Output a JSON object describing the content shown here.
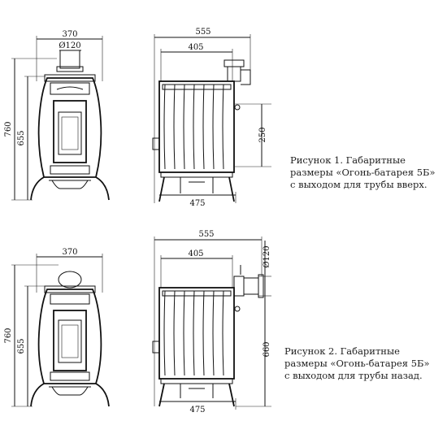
{
  "figure1": {
    "front": {
      "width": "370",
      "pipe_diameter": "Ø120",
      "height_total": "760",
      "height_body": "655"
    },
    "side": {
      "depth_total": "555",
      "depth_top": "405",
      "depth_base": "475",
      "pipe_height": "250"
    },
    "caption": [
      "Рисунок 1. Габаритные",
      "размеры «Огонь-батарея 5Б»",
      "с выходом для трубы вверх."
    ]
  },
  "figure2": {
    "front": {
      "width": "370",
      "height_total": "760",
      "height_body": "655"
    },
    "side": {
      "depth_total": "555",
      "depth_top": "405",
      "depth_base": "475",
      "pipe_diameter": "Ø120",
      "pipe_height": "660"
    },
    "caption": [
      "Рисунок 2. Габаритные",
      "размеры «Огонь-батарея 5Б»",
      "с выходом для трубы назад."
    ]
  }
}
